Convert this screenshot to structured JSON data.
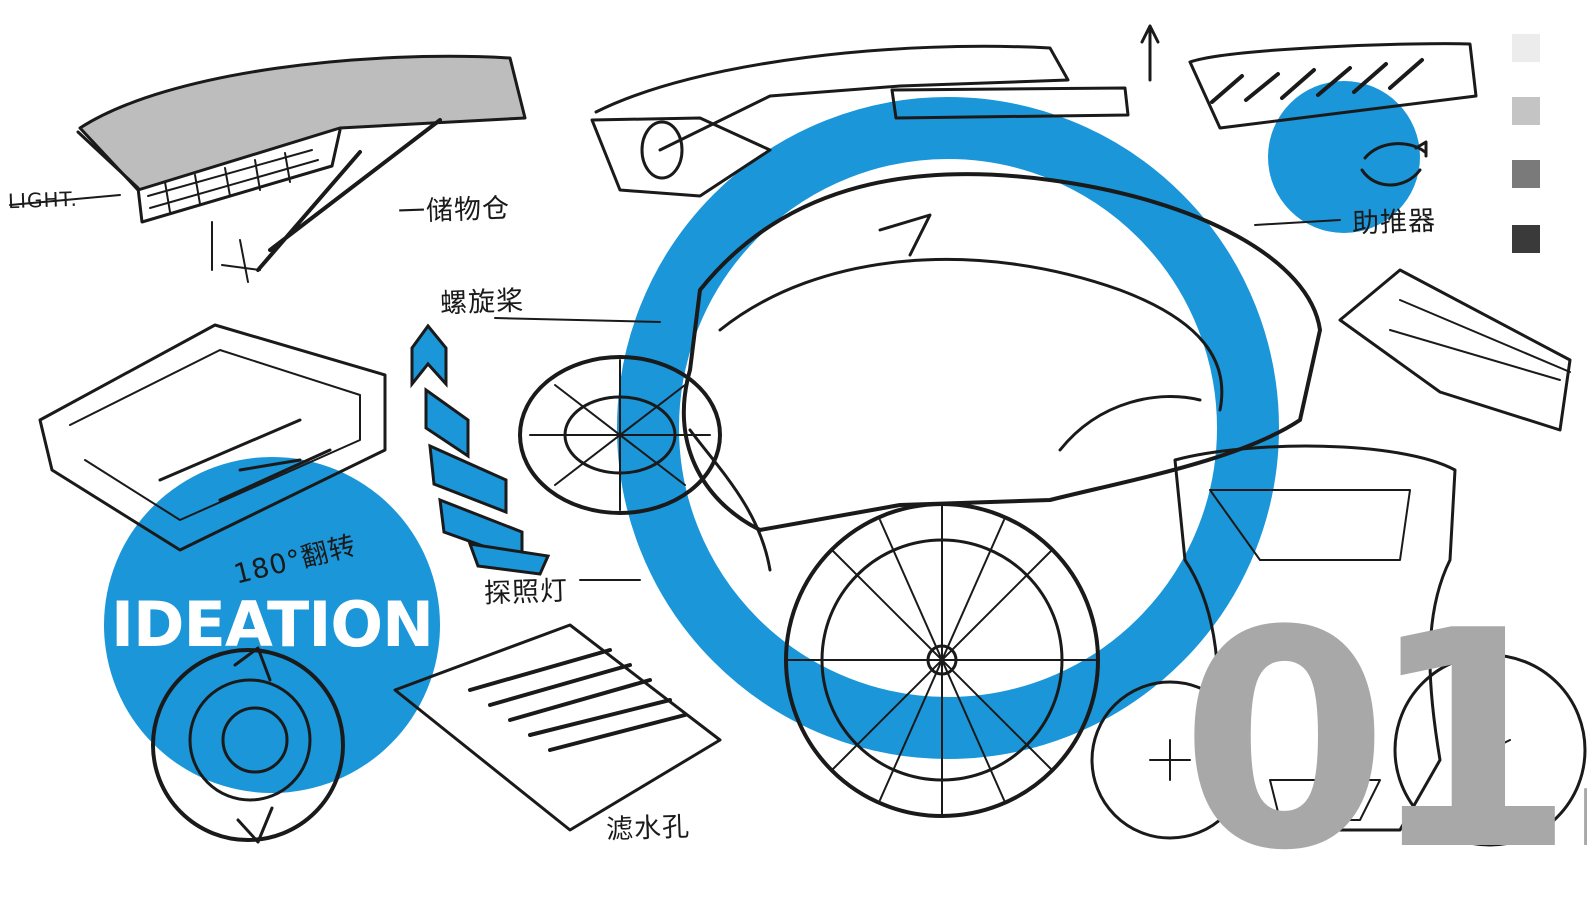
{
  "heading": {
    "text": "IDEATION"
  },
  "section_number": {
    "text": "01."
  },
  "annotations": {
    "light": "LIGHT.",
    "storage": "一储物仓",
    "propeller": "螺旋桨",
    "flip": "180°翻转",
    "searchlight": "探照灯",
    "drain": "滤水孔",
    "thruster": "助推器"
  },
  "colors": {
    "accent": "#1a96d9",
    "ink": "#1a1a1a",
    "number": "#a8a8a8",
    "background": "#ffffff"
  },
  "palette_swatches": [
    "#ececec",
    "#c4c4c4",
    "#7a7a7a",
    "#3a3a3a"
  ]
}
